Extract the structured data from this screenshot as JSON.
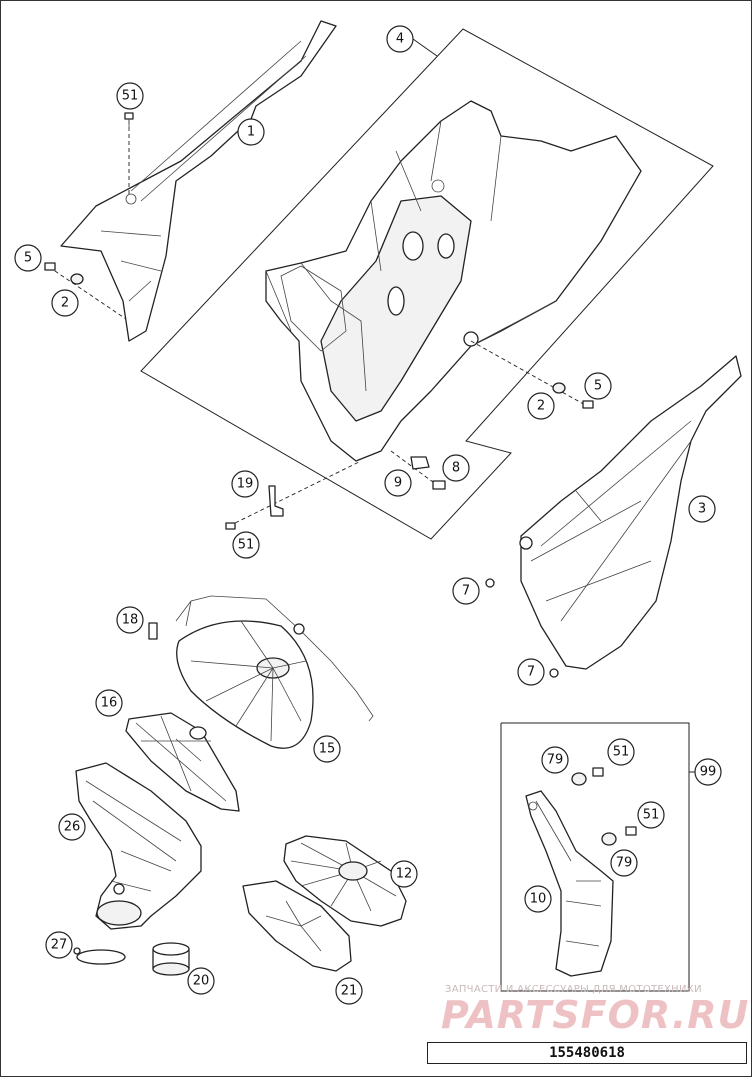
{
  "diagram": {
    "callouts": [
      {
        "id": "c1",
        "label": "1"
      },
      {
        "id": "c51a",
        "label": "51"
      },
      {
        "id": "c5a",
        "label": "5"
      },
      {
        "id": "c2a",
        "label": "2"
      },
      {
        "id": "c4",
        "label": "4"
      },
      {
        "id": "c5b",
        "label": "5"
      },
      {
        "id": "c2b",
        "label": "2"
      },
      {
        "id": "c8",
        "label": "8"
      },
      {
        "id": "c9",
        "label": "9"
      },
      {
        "id": "c19",
        "label": "19"
      },
      {
        "id": "c51b",
        "label": "51"
      },
      {
        "id": "c3",
        "label": "3"
      },
      {
        "id": "c7a",
        "label": "7"
      },
      {
        "id": "c7b",
        "label": "7"
      },
      {
        "id": "c18",
        "label": "18"
      },
      {
        "id": "c16",
        "label": "16"
      },
      {
        "id": "c15",
        "label": "15"
      },
      {
        "id": "c26",
        "label": "26"
      },
      {
        "id": "c12",
        "label": "12"
      },
      {
        "id": "c27",
        "label": "27"
      },
      {
        "id": "c20",
        "label": "20"
      },
      {
        "id": "c21",
        "label": "21"
      },
      {
        "id": "c79a",
        "label": "79"
      },
      {
        "id": "c51c",
        "label": "51"
      },
      {
        "id": "c51d",
        "label": "51"
      },
      {
        "id": "c79b",
        "label": "79"
      },
      {
        "id": "c10",
        "label": "10"
      },
      {
        "id": "c99",
        "label": "99"
      }
    ]
  },
  "watermark": {
    "subtitle": "ЗАПЧАСТИ И АКСЕССУАРЫ ДЛЯ МОТОТЕХНИКИ",
    "brand": "PARTSFOR.RU"
  },
  "document_number": "155480618"
}
